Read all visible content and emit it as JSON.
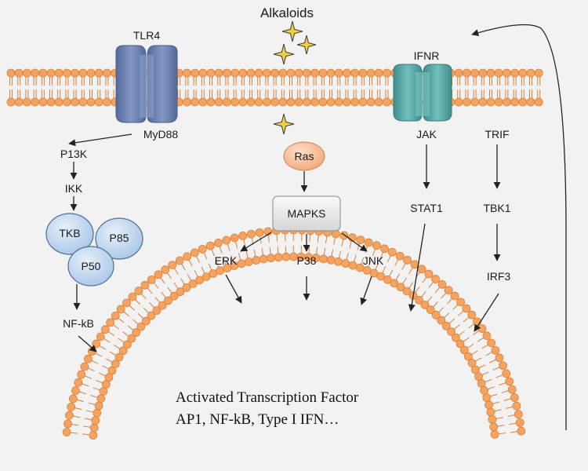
{
  "stimulus": "Alkaloids",
  "receptors": {
    "tlr4": "TLR4",
    "ifnr": "IFNR"
  },
  "nodes": {
    "myd88": "MyD88",
    "p13k": "P13K",
    "ikk": "IKK",
    "tkb": "TKB",
    "p85": "P85",
    "p50": "P50",
    "nfkb": "NF-kB",
    "ras": "Ras",
    "mapks": "MAPKS",
    "erk": "ERK",
    "p38": "P38",
    "jnk": "JNK",
    "jak": "JAK",
    "stat1": "STAT1",
    "trif": "TRIF",
    "tbk1": "TBK1",
    "irf3": "IRF3"
  },
  "nucleus": {
    "line1": "Activated Transcription Factor",
    "line2": "AP1, NF-kB, Type I IFN…"
  },
  "colors": {
    "lipid_head": "#f4a460",
    "lipid_stroke": "#d9803a",
    "tlr4": "#6f86b3",
    "ifnr": "#5aa8a6",
    "complex": "#c8dcf0",
    "ras": "#f5b890",
    "star": "#f1cf45"
  }
}
